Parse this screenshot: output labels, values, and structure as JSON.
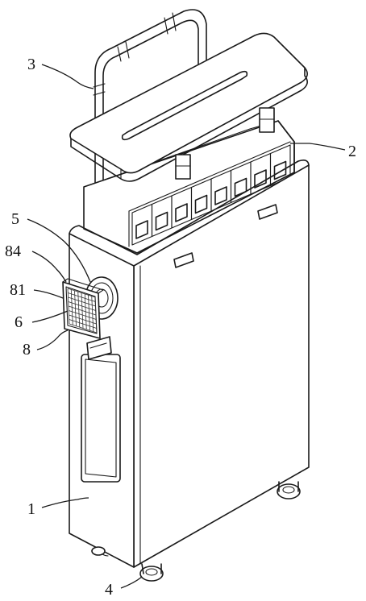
{
  "callouts": [
    {
      "id": "label-3",
      "text": "3"
    },
    {
      "id": "label-2",
      "text": "2"
    },
    {
      "id": "label-5",
      "text": "5"
    },
    {
      "id": "label-84",
      "text": "84"
    },
    {
      "id": "label-81",
      "text": "81"
    },
    {
      "id": "label-6",
      "text": "6"
    },
    {
      "id": "label-8",
      "text": "8"
    },
    {
      "id": "label-1",
      "text": "1"
    },
    {
      "id": "label-4",
      "text": "4"
    }
  ]
}
